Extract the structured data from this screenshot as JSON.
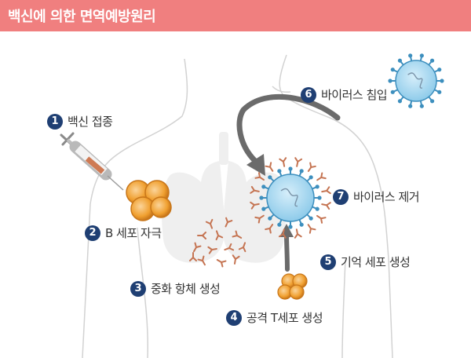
{
  "title": "백신에 의한 면역예방원리",
  "colors": {
    "title_bar": "#f07f7f",
    "number_badge": "#1f3f73",
    "virus": "#8ecbea",
    "virus_spike": "#3d8fbe",
    "antibody": "#c57452",
    "cell": "#f0a030"
  },
  "steps": [
    {
      "num": "1",
      "label": "백신 접종"
    },
    {
      "num": "2",
      "label": "B 세포 자극"
    },
    {
      "num": "3",
      "label": "중화 항체 생성"
    },
    {
      "num": "4",
      "label": "공격 T세포 생성"
    },
    {
      "num": "5",
      "label": "기억 세포 생성"
    },
    {
      "num": "6",
      "label": "바이러스 침입"
    },
    {
      "num": "7",
      "label": "바이러스 제거"
    }
  ]
}
